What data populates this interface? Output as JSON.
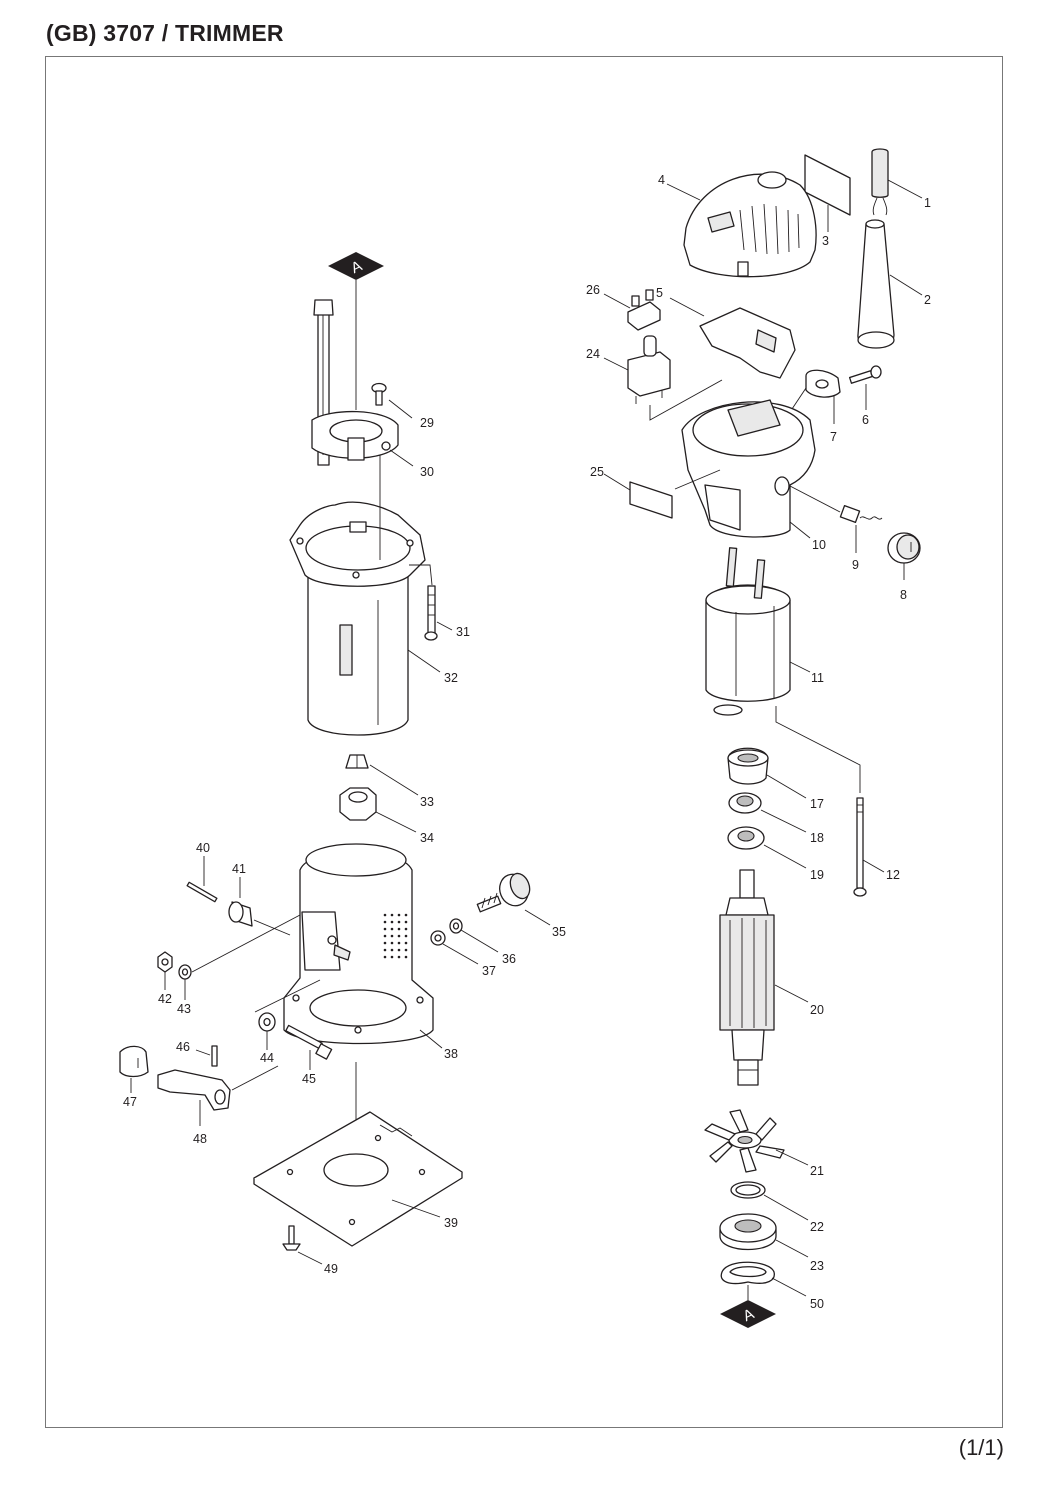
{
  "header": {
    "title": "(GB) 3707 / TRIMMER"
  },
  "footer": {
    "page": "(1/1)"
  },
  "marker": {
    "letter": "A"
  },
  "callouts": [
    {
      "id": "c1",
      "n": "1"
    },
    {
      "id": "c2",
      "n": "2"
    },
    {
      "id": "c3",
      "n": "3"
    },
    {
      "id": "c4",
      "n": "4"
    },
    {
      "id": "c5",
      "n": "5"
    },
    {
      "id": "c6",
      "n": "6"
    },
    {
      "id": "c7",
      "n": "7"
    },
    {
      "id": "c8",
      "n": "8"
    },
    {
      "id": "c9",
      "n": "9"
    },
    {
      "id": "c10",
      "n": "10"
    },
    {
      "id": "c11",
      "n": "11"
    },
    {
      "id": "c12",
      "n": "12"
    },
    {
      "id": "c17",
      "n": "17"
    },
    {
      "id": "c18",
      "n": "18"
    },
    {
      "id": "c19",
      "n": "19"
    },
    {
      "id": "c20",
      "n": "20"
    },
    {
      "id": "c21",
      "n": "21"
    },
    {
      "id": "c22",
      "n": "22"
    },
    {
      "id": "c23",
      "n": "23"
    },
    {
      "id": "c24",
      "n": "24"
    },
    {
      "id": "c25",
      "n": "25"
    },
    {
      "id": "c26",
      "n": "26"
    },
    {
      "id": "c29",
      "n": "29"
    },
    {
      "id": "c30",
      "n": "30"
    },
    {
      "id": "c31",
      "n": "31"
    },
    {
      "id": "c32",
      "n": "32"
    },
    {
      "id": "c33",
      "n": "33"
    },
    {
      "id": "c34",
      "n": "34"
    },
    {
      "id": "c35",
      "n": "35"
    },
    {
      "id": "c36",
      "n": "36"
    },
    {
      "id": "c37",
      "n": "37"
    },
    {
      "id": "c38",
      "n": "38"
    },
    {
      "id": "c39",
      "n": "39"
    },
    {
      "id": "c40",
      "n": "40"
    },
    {
      "id": "c41",
      "n": "41"
    },
    {
      "id": "c42",
      "n": "42"
    },
    {
      "id": "c43",
      "n": "43"
    },
    {
      "id": "c44",
      "n": "44"
    },
    {
      "id": "c45",
      "n": "45"
    },
    {
      "id": "c46",
      "n": "46"
    },
    {
      "id": "c47",
      "n": "47"
    },
    {
      "id": "c48",
      "n": "48"
    },
    {
      "id": "c49",
      "n": "49"
    },
    {
      "id": "c50",
      "n": "50"
    }
  ]
}
